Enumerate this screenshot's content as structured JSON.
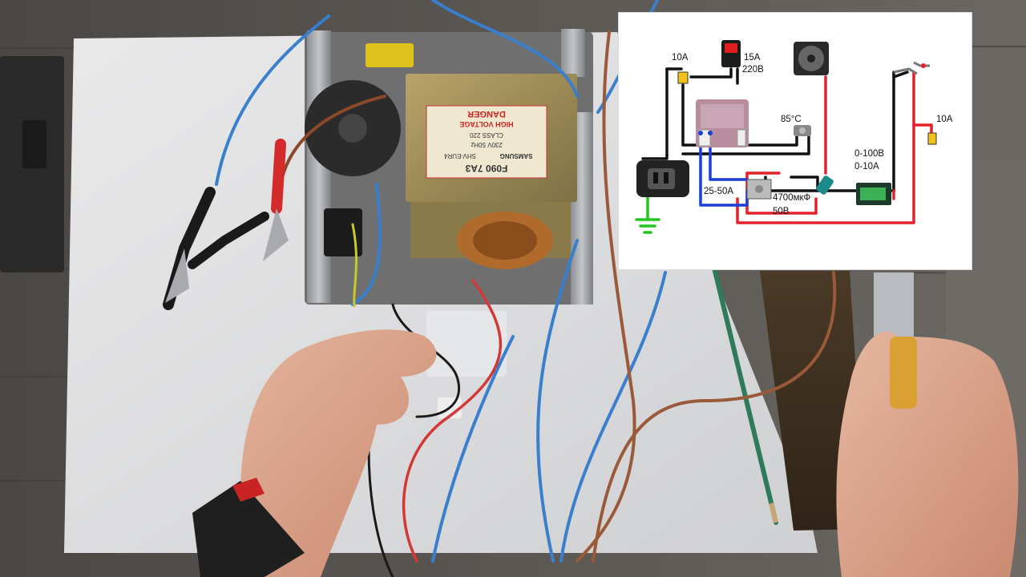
{
  "diagram": {
    "labels": {
      "fuse_input": "10A",
      "switch_rating_a": "15A",
      "switch_rating_v": "220В",
      "thermostat": "85°C",
      "fuse_output": "10A",
      "meter_v": "0-100В",
      "meter_a": "0-10A",
      "bridge": "25-50A",
      "capacitor_cap": "4700мкФ",
      "capacitor_v": "50В"
    },
    "colors": {
      "positive_wire": "#e3202c",
      "negative_wire": "#111111",
      "ac_wire": "#1a3fd6",
      "ground": "#22c522",
      "capacitor": "#1c8a8a"
    }
  },
  "photo": {
    "transformer_label": {
      "brand": "SAMSUNG",
      "warning_title": "DANGER",
      "warning_sub": "HIGH VOLTAGE",
      "part_no": "SHV-EUR4",
      "class": "CLASS 220",
      "rating": "230V 50Hz",
      "model_code": "F090 7A3"
    }
  }
}
